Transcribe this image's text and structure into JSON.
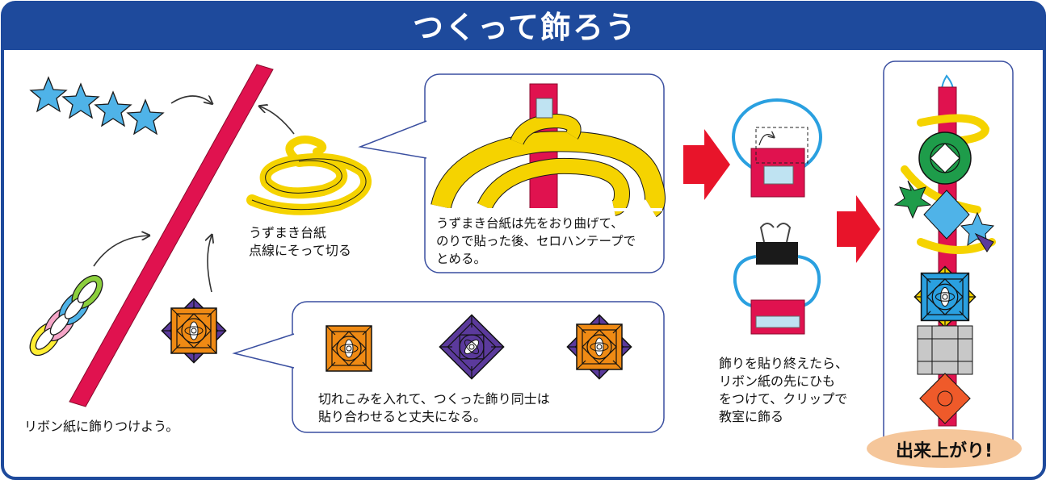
{
  "title": "つくって飾ろう",
  "colors": {
    "frame_blue": "#1e4a9c",
    "ribbon": "#e0124f",
    "spiral_yellow": "#f5d300",
    "star_blue": "#4fb3e8",
    "arrow_red": "#e8142a",
    "orange": "#ef8a14",
    "purple": "#5b3a9c",
    "clip_blue": "#2aa0e0",
    "done_badge": "#f5c69a"
  },
  "captions": {
    "spiral_line1": "うずまき台紙",
    "spiral_line2": "点線にそって切る",
    "attach": "リボン紙に飾りつけよう。",
    "spiral_detail": [
      "うずまき台紙は先をおり曲げて、",
      "のりで貼った後、セロハンテープで",
      "とめる。"
    ],
    "cutouts": [
      "切れこみを入れて、つくった飾り同士は",
      "貼り合わせると丈夫になる。"
    ],
    "hang": [
      "飾りを貼り終えたら、",
      "リボン紙の先にひも",
      "をつけて、クリップで",
      "教室に飾る"
    ]
  },
  "done_label": "出来上がり!",
  "icons": [
    "star-icon",
    "paper-chain-icon",
    "spiral-icon",
    "cutout-square-icon",
    "binder-clip-icon",
    "arrow-icon"
  ]
}
